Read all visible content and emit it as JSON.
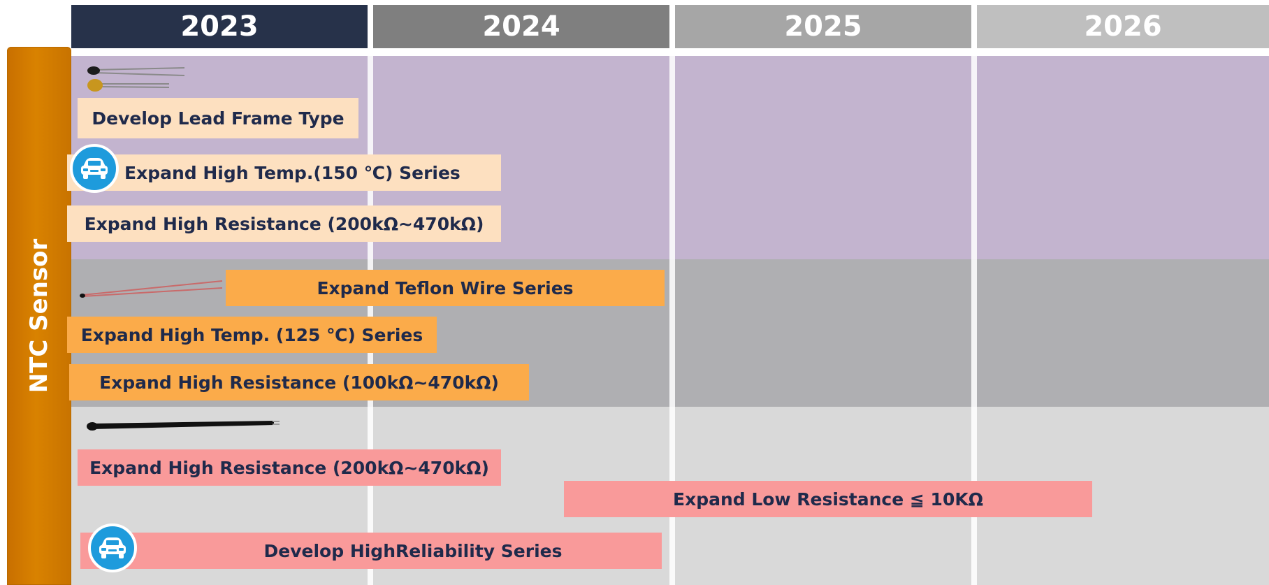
{
  "years": [
    "2023",
    "2024",
    "2025",
    "2026"
  ],
  "side_label": "NTC Sensor",
  "items": [
    {
      "label": "Develop  Lead Frame Type"
    },
    {
      "label": "Expand  High Temp.(150 ℃) Series"
    },
    {
      "label": "Expand  High Resistance (200kΩ~470kΩ)"
    },
    {
      "label": "Expand  Teflon Wire Series"
    },
    {
      "label": "Expand  High Temp. (125 ℃) Series"
    },
    {
      "label": "Expand  High Resistance  (100kΩ~470kΩ)"
    },
    {
      "label": "Expand  High Resistance  (200kΩ~470kΩ)"
    },
    {
      "label": "Expand Low Resistance ≦ 10KΩ"
    },
    {
      "label": "Develop  HighReliability Series"
    }
  ],
  "icons": [
    "car-icon",
    "lead-frame-thermistor-image",
    "teflon-wire-thermistor-image",
    "epoxy-wire-thermistor-image"
  ],
  "colors": {
    "year_2023": "#27324a",
    "year_2024": "#7f7f7f",
    "year_2025": "#a6a6a6",
    "year_2026": "#bfbfbf",
    "band_purple": "#c3b4cf",
    "band_gray": "#afafb2",
    "band_light": "#d9d9d9",
    "side": "#d98200",
    "peach": "#fde0c0",
    "orange": "#fbab4a",
    "pink": "#f99a9a",
    "text": "#1f2a4b",
    "car": "#1e9bdc"
  }
}
